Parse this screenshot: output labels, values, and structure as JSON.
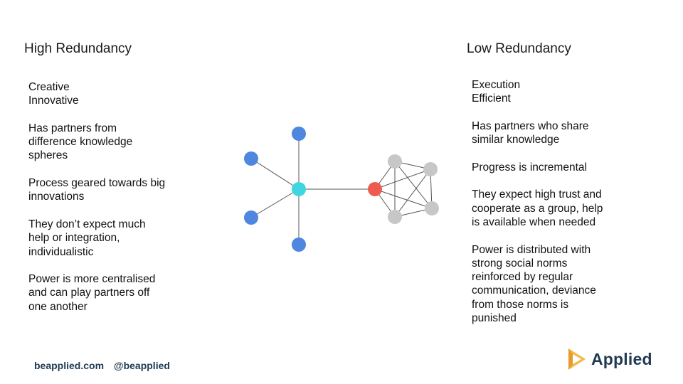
{
  "left": {
    "heading": "High Redundancy",
    "paragraphs": [
      "Creative\nInnovative",
      "Has partners from\ndifference knowledge\nspheres",
      "Process geared towards big\ninnovations",
      "They don’t expect much\nhelp or integration,\nindividualistic",
      "Power is more centralised\nand can play partners off\none another"
    ]
  },
  "right": {
    "heading": "Low Redundancy",
    "paragraphs": [
      "Execution\nEfficient",
      "Has partners who share\nsimilar knowledge",
      "Progress is incremental",
      "They expect high trust and\ncooperate as a group, help\nis available when needed",
      "Power is distributed with\nstrong social norms\nreinforced by regular\ncommunication, deviance\nfrom those norms is\npunished"
    ]
  },
  "footer": {
    "website": "beapplied.com",
    "handle": "@beapplied"
  },
  "brand": {
    "name": "Applied"
  },
  "colors": {
    "hub": "#3fd6e0",
    "spoke": "#4f86e0",
    "bridge": "#ef5b4f",
    "cluster": "#c7c7c7",
    "edge": "#555555",
    "brand_text": "#1f3a52",
    "logo_accent": "#f5b844"
  }
}
